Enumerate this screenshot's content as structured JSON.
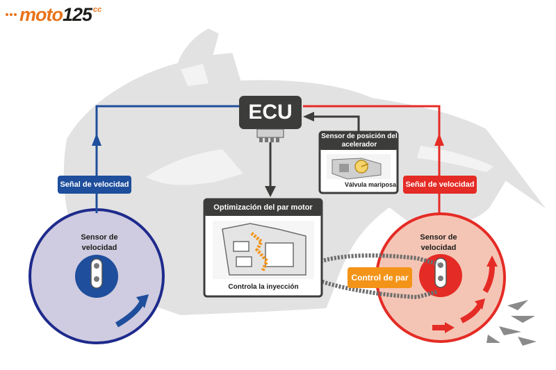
{
  "logo": {
    "word": "moto",
    "number": "125",
    "suffix": "cc"
  },
  "ecu": {
    "label": "ECU"
  },
  "speed_signal": {
    "left_label": "Señal de velocidad",
    "right_label": "Señal de velocidad"
  },
  "speed_sensor": {
    "left_label": "Sensor de velocidad",
    "right_label": "Sensor de velocidad"
  },
  "torque_optimization": {
    "title": "Optimización del par motor",
    "caption": "Controla la inyección"
  },
  "throttle_sensor": {
    "title": "Sensor de posición del acelerador",
    "caption": "Válvula mariposa"
  },
  "torque_control": {
    "label": "Control de par"
  },
  "colors": {
    "front_signal": "#1e4e9c",
    "rear_signal": "#e52b25",
    "torque_control": "#f39419",
    "ecu_box": "#3c3c3b",
    "silhouette": "#e2e2e2",
    "brand": "#e8731a"
  }
}
